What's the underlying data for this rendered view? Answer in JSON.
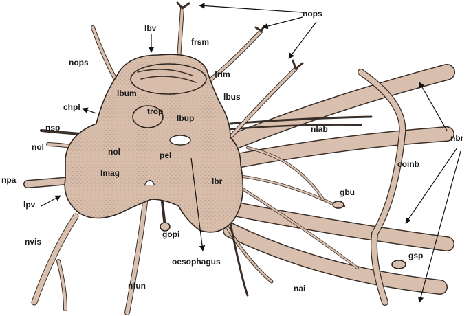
{
  "labels": {
    "nops_top": "nops",
    "nops_left": "nops",
    "lbv": "lbv",
    "frsm": "frsm",
    "frim": "frim",
    "lbum": "lbum",
    "lbus": "lbus",
    "chpl": "chpl",
    "trop": "trop",
    "lbup": "lbup",
    "nsp": "nsp",
    "nol_outer": "nol",
    "nol_inner": "nol",
    "lmag": "lmag",
    "pel": "pel",
    "nlab": "nlab",
    "nbr": "nbr",
    "coinb": "coinb",
    "lbr": "lbr",
    "npa": "npa",
    "lpv": "lpv",
    "gbu": "gbu",
    "gopi": "gopi",
    "nvis": "nvis",
    "gsp": "gsp",
    "oesophagus": "oesophagus",
    "nai": "nai",
    "nfun": "nfun"
  },
  "colors": {
    "tissue": "#d7bdaa",
    "outline": "#2e2520",
    "label": "#1a1a1a"
  }
}
